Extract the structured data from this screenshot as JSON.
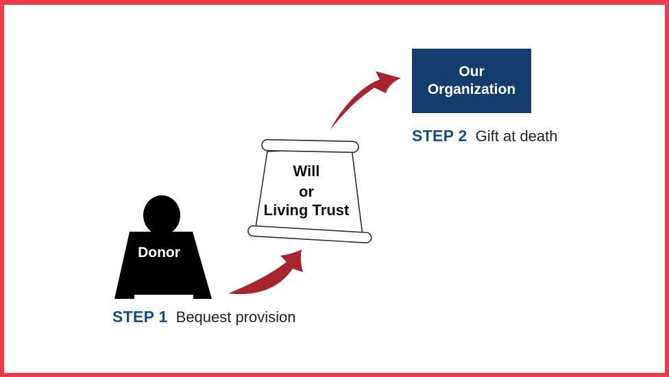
{
  "diagram": {
    "donor": {
      "label": "Donor"
    },
    "document": {
      "line1": "Will",
      "line2": "or",
      "line3": "Living Trust"
    },
    "organization": {
      "line1": "Our",
      "line2": "Organization"
    },
    "steps": {
      "step1": {
        "label": "STEP 1",
        "text": "Bequest provision"
      },
      "step2": {
        "label": "STEP 2",
        "text": "Gift at death"
      }
    }
  },
  "colors": {
    "border_red": "#ee3a48",
    "arrow_red": "#a8242f",
    "organization_navy": "#143d6e",
    "step_blue": "#114e8d",
    "text_dark": "#231f20",
    "figure_black": "#000000",
    "scroll_outline": "#2b2b2b"
  }
}
